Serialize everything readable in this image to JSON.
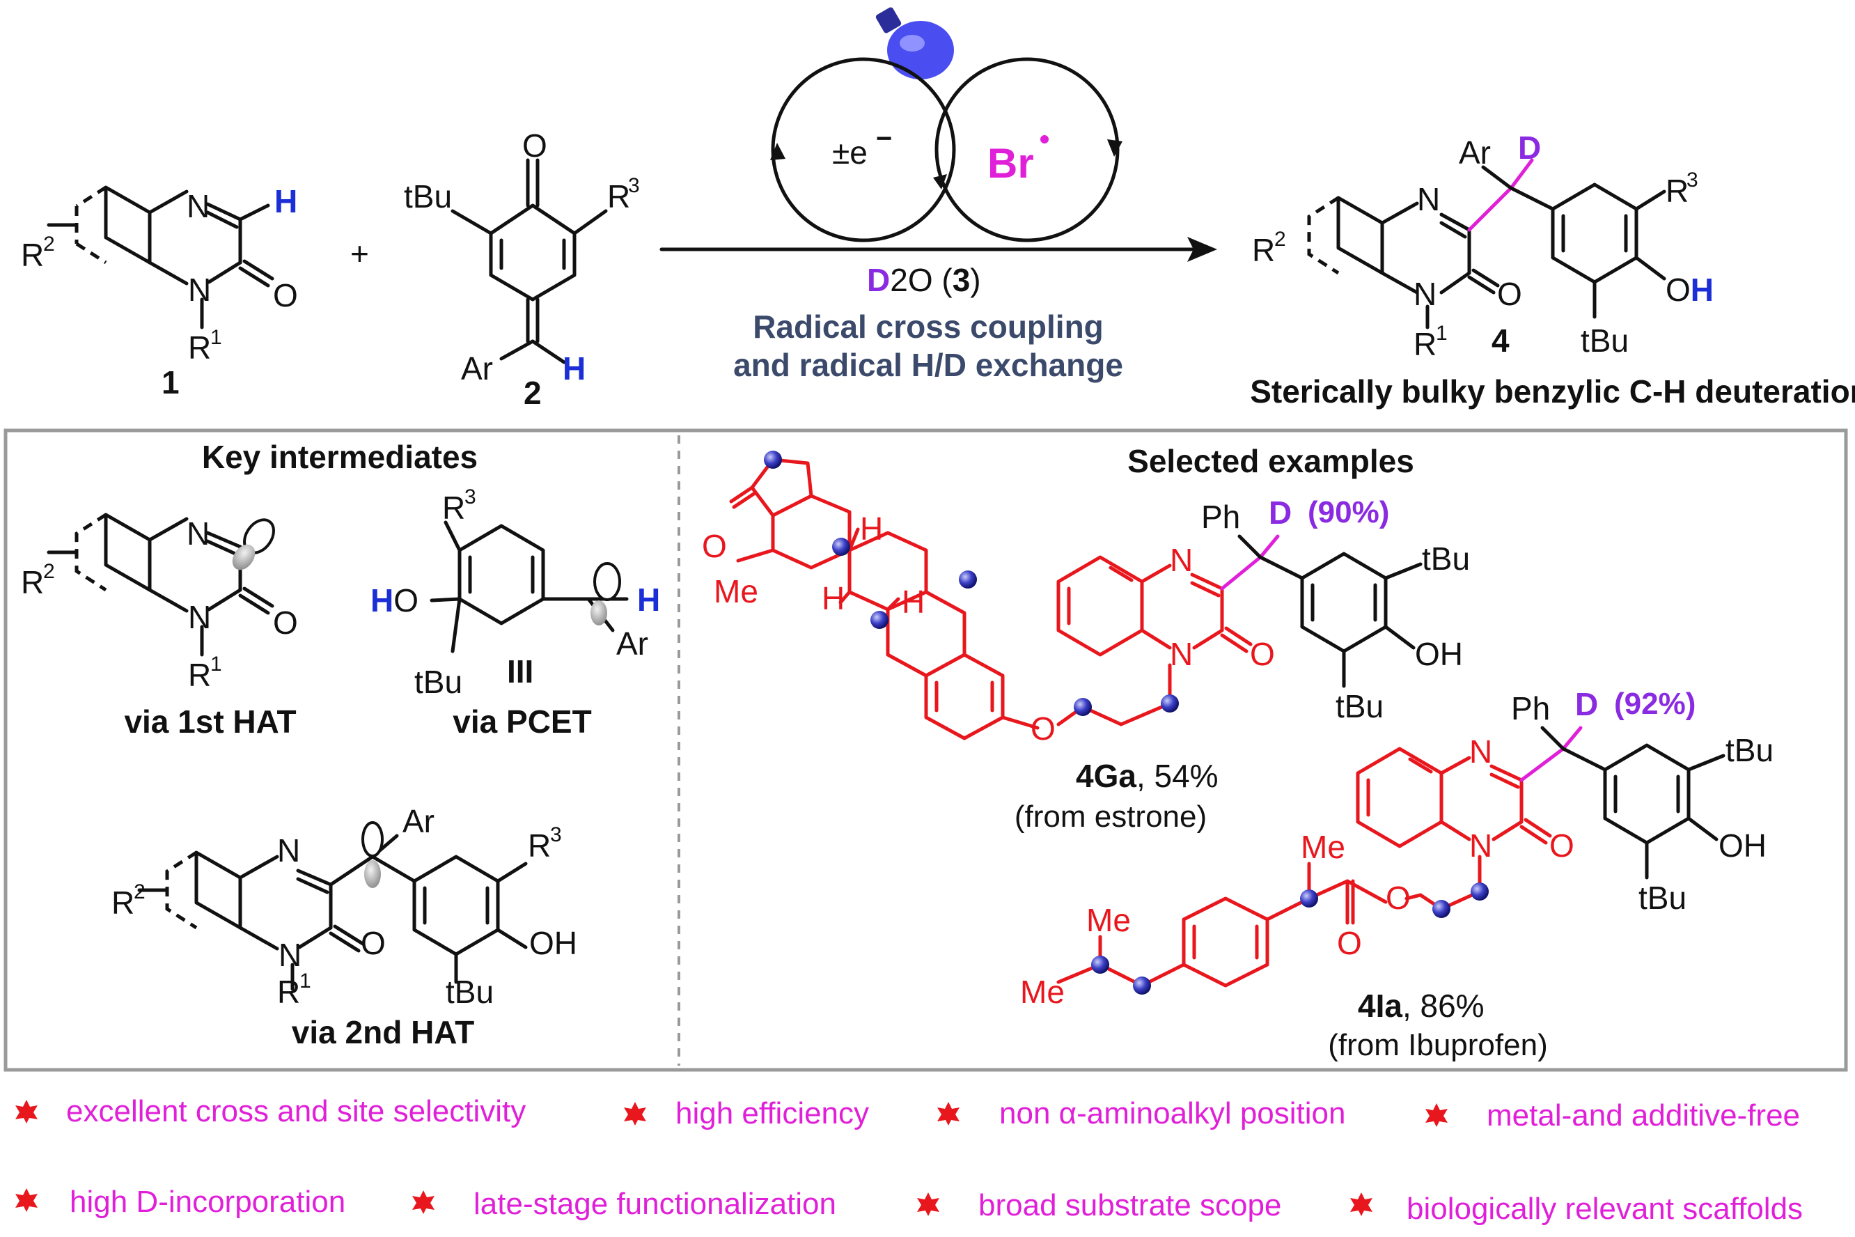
{
  "reaction": {
    "compound1": {
      "number": "1",
      "sub_r2": "R",
      "sup_r2": "2",
      "r1": "R",
      "sup_r1": "1",
      "n": "N",
      "o": "O",
      "h": "H"
    },
    "plus": "+",
    "compound2": {
      "number": "2",
      "tbu": "tBu",
      "r3": "R",
      "sup_r3": "3",
      "o": "O",
      "ar": "Ar",
      "h": "H"
    },
    "cycle": {
      "electron": "±e",
      "electron_sup": "−",
      "radical": "Br",
      "radical_dot": "•"
    },
    "reagent": {
      "d": "D",
      "rest": "2O (",
      "num": "3",
      "close": ")"
    },
    "conditions_line1": "Radical cross coupling",
    "conditions_line2": "and radical H/D exchange",
    "product": {
      "number": "4",
      "ar": "Ar",
      "d": "D",
      "r3": "R",
      "sup_r3": "3",
      "r2": "R",
      "sup_r2": "2",
      "r1": "R",
      "sup_r1": "1",
      "oh_o": "O",
      "oh_h": "H",
      "tbu": "tBu"
    },
    "product_caption": "Sterically bulky benzylic C-H deuteration"
  },
  "key_intermediates": {
    "title": "Key intermediates",
    "i1_caption": "via 1st HAT",
    "i2_caption": "via PCET",
    "i2_label": "III",
    "i2_ho_h": "H",
    "i2_ho_o": "O",
    "i2_h": "H",
    "i2_ar": "Ar",
    "i2_r3": "R",
    "i2_sup": "3",
    "i2_tbu": "tBu",
    "i3_caption": "via 2nd HAT",
    "i3_ar": "Ar",
    "i3_oh": "OH",
    "i3_tbu": "tBu"
  },
  "selected_examples": {
    "title": "Selected examples",
    "ex1": {
      "compound": "4Ga",
      "yield": ", 54%",
      "source": "(from estrone)",
      "ph": "Ph",
      "d": "D",
      "d_pct": "(90%)",
      "tbu1": "tBu",
      "tbu2": "tBu",
      "oh": "OH",
      "me": "Me",
      "h": "H"
    },
    "ex2": {
      "compound": "4Ia",
      "yield": ", 86%",
      "source": "(from Ibuprofen)",
      "ph": "Ph",
      "d": "D",
      "d_pct": "(92%)",
      "tbu1": "tBu",
      "tbu2": "tBu",
      "oh": "OH",
      "me": "Me"
    }
  },
  "features": [
    "excellent cross and site selectivity",
    "high efficiency",
    "non α-aminoalkyl position",
    "metal-and additive-free",
    "high D-incorporation",
    "late-stage functionalization",
    "broad substrate scope",
    "biologically relevant scaffolds"
  ],
  "colors": {
    "red": "#e8171d",
    "magenta": "#e020d8",
    "blue": "#1c2fd6",
    "purple": "#8a2be2",
    "navy": "#3b4a6b",
    "bulb": "#4a4ef0"
  }
}
